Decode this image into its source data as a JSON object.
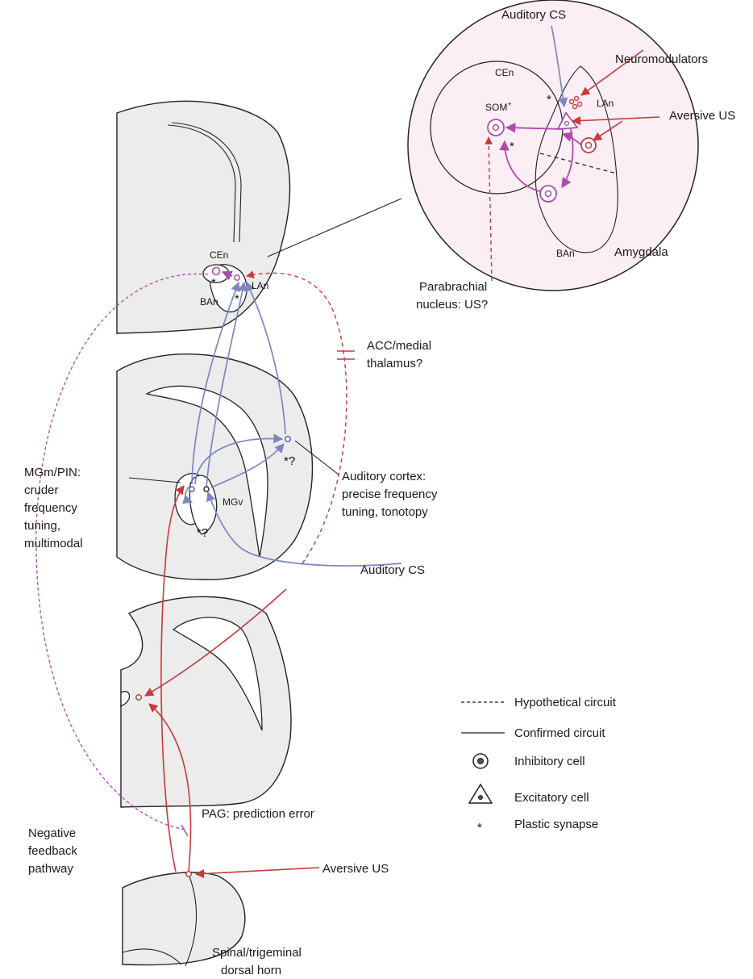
{
  "labels": {
    "auditory_cs_top": "Auditory CS",
    "neuromodulators": "Neuromodulators",
    "cen_inset": "CEn",
    "som_main": "SOM",
    "som_sup": "+",
    "lan_inset": "LAn",
    "aversive_us_top": "Aversive US",
    "ban_inset": "BAn",
    "amygdala": "Amygdala",
    "parabrachial_1": "Parabrachial",
    "parabrachial_2": "nucleus: US?",
    "cen_brain": "CEn",
    "lan_brain": "LAn",
    "ban_brain": "BAn",
    "acc_1": "ACC/medial",
    "acc_2": "thalamus?",
    "mgm_1": "MGm/PIN:",
    "mgm_2": "cruder",
    "mgm_3": "frequency",
    "mgm_4": "tuning,",
    "mgm_5": "multimodal",
    "mgv": "MGv",
    "auditory_cortex_1": "Auditory cortex:",
    "auditory_cortex_2": "precise frequency",
    "auditory_cortex_3": "tuning, tonotopy",
    "auditory_cs_mid": "Auditory CS",
    "pag": "PAG: prediction error",
    "negative_1": "Negative",
    "negative_2": "feedback",
    "negative_3": "pathway",
    "aversive_us_bottom": "Aversive US",
    "spinal_1": "Spinal/trigeminal",
    "spinal_2": "dorsal horn",
    "star": "*",
    "star_q": "*?"
  },
  "legend": {
    "hypothetical": "Hypothetical circuit",
    "confirmed": "Confirmed circuit",
    "inhibitory": "Inhibitory cell",
    "excitatory": "Excitatory cell",
    "plastic": "Plastic synapse",
    "star": "*"
  },
  "colors": {
    "auditory_cs": "#7d86c2",
    "aversive_us": "#c63b3b",
    "local_circuit": "#b04aa8",
    "tissue": "#ececec",
    "inset_bg": "#fbeef4"
  }
}
